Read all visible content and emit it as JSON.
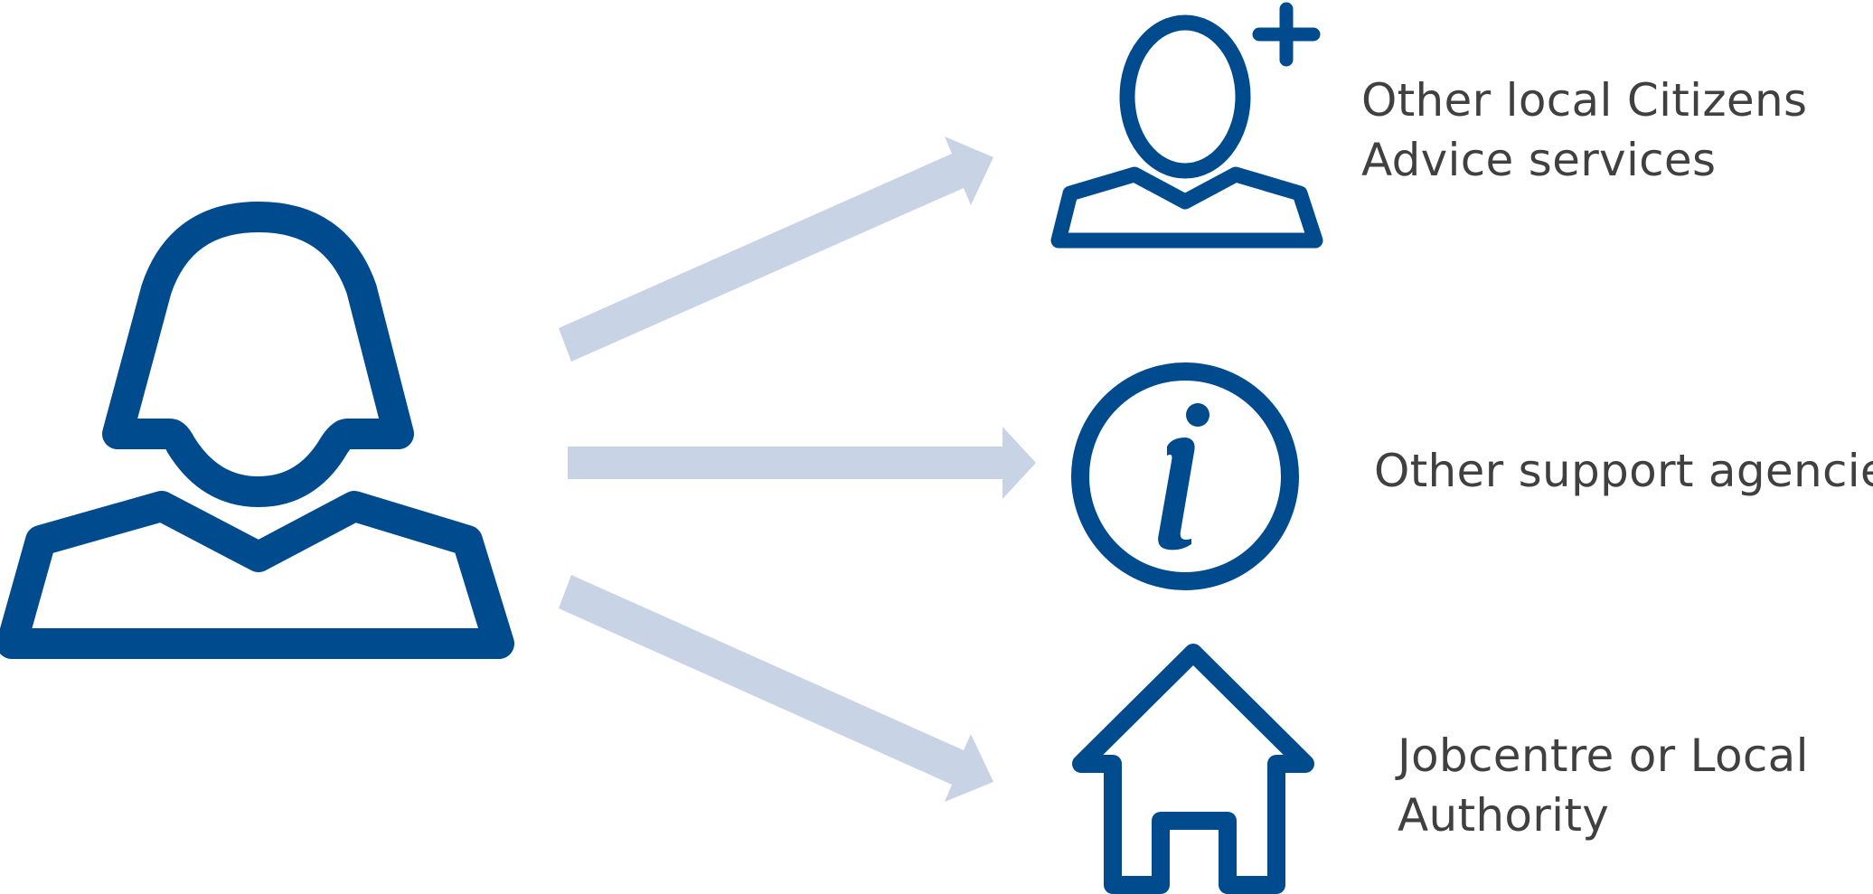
{
  "diagram": {
    "colors": {
      "icon": "#004b8d",
      "arrow": "#c9d3e6",
      "text": "#404040"
    },
    "source": {
      "icon": "person-icon"
    },
    "targets": [
      {
        "icon": "person-add-icon",
        "label_lines": [
          "Other local Citizens",
          "Advice services"
        ]
      },
      {
        "icon": "info-icon",
        "label_lines": [
          "Other support agencies"
        ]
      },
      {
        "icon": "home-icon",
        "label_lines": [
          "Jobcentre or Local",
          "Authority"
        ]
      }
    ]
  }
}
